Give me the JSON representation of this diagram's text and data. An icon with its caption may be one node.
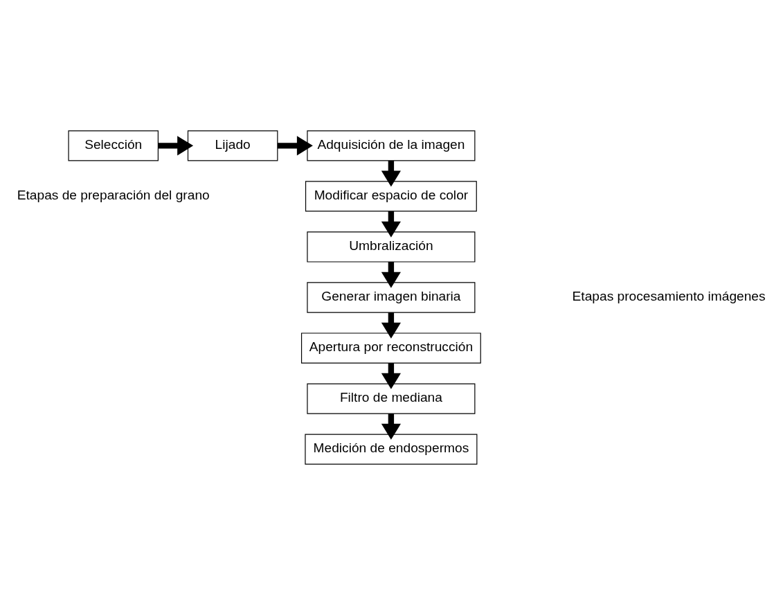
{
  "diagram": {
    "nodes": [
      {
        "text": [
          "Selección"
        ]
      },
      {
        "text": [
          "Lijado"
        ]
      },
      {
        "text": [
          "Adquisición de la imagen"
        ]
      },
      {
        "text": [
          "Modificar espacio de color"
        ]
      },
      {
        "text": [
          "Umbralización"
        ]
      },
      {
        "text": [
          "Generar imagen binaria"
        ]
      },
      {
        "text": [
          "Apertura por reconstrucción"
        ]
      },
      {
        "text": [
          "Filtro de mediana"
        ]
      },
      {
        "text": [
          "Medición de endospermos"
        ]
      }
    ],
    "edges": [
      {
        "from": 0,
        "to": 1,
        "arrow": "to"
      },
      {
        "from": 1,
        "to": 2,
        "arrow": "to"
      },
      {
        "from": 2,
        "to": 3,
        "arrow": "to"
      },
      {
        "from": 3,
        "to": 4,
        "arrow": "to"
      },
      {
        "from": 4,
        "to": 5,
        "arrow": "to"
      },
      {
        "from": 5,
        "to": 6,
        "arrow": "to"
      },
      {
        "from": 6,
        "to": 7,
        "arrow": "to"
      },
      {
        "from": 7,
        "to": 8,
        "arrow": "to"
      }
    ],
    "labels": [
      "Etapas de preparación del grano",
      "Etapas procesamiento imágenes"
    ]
  }
}
